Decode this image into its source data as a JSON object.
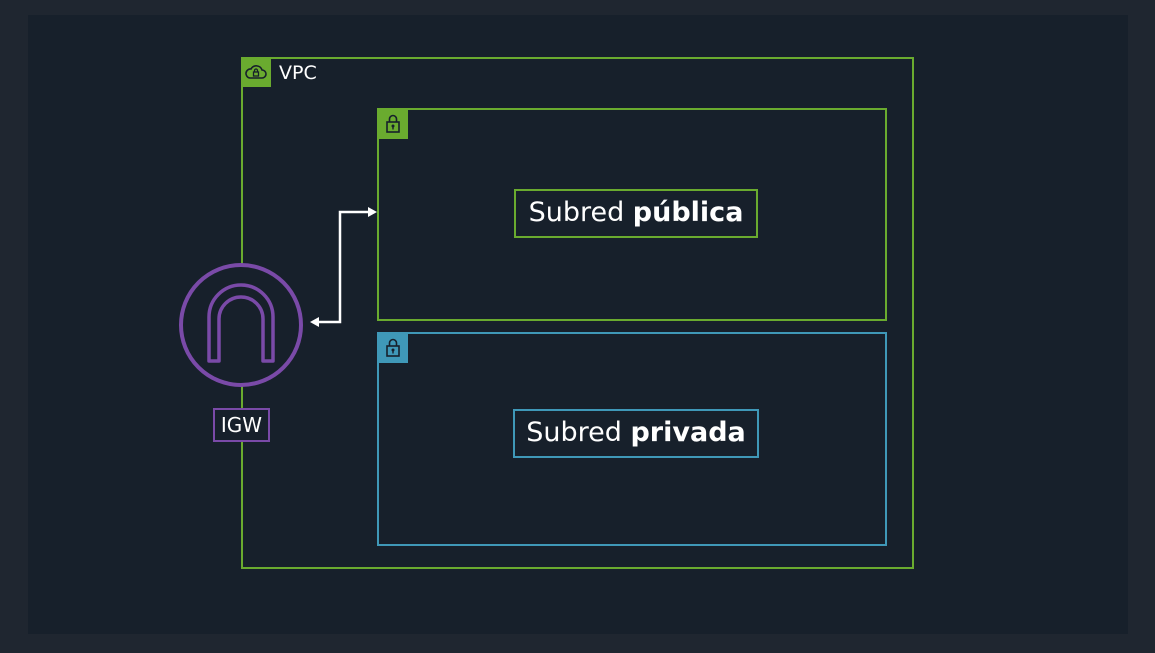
{
  "vpc": {
    "label": "VPC",
    "icon": "cloud-lock-icon",
    "color": "#6aab2f"
  },
  "subnets": {
    "public": {
      "label_regular": "Subred ",
      "label_bold": "pública",
      "icon": "lock-icon",
      "color": "#6aab2f"
    },
    "private": {
      "label_regular": "Subred ",
      "label_bold": "privada",
      "icon": "lock-icon",
      "color": "#3f98b8"
    }
  },
  "igw": {
    "label": "IGW",
    "icon": "internet-gateway-icon",
    "color": "#7a4aa8"
  },
  "connector": {
    "icon": "bidirectional-arrow-icon",
    "color": "#ffffff"
  }
}
